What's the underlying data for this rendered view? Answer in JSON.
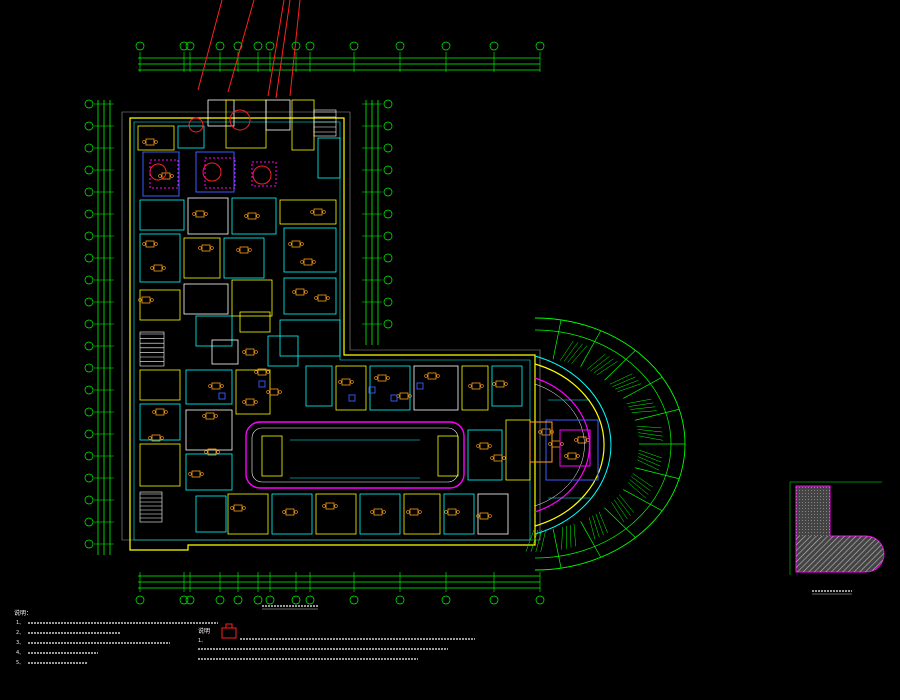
{
  "drawing": {
    "main_title": "",
    "key_plan_title": "",
    "notes_heading": "说明：",
    "legend_heading": "说明",
    "notes": [
      "1、",
      "2、",
      "3、",
      "4、",
      "5、"
    ],
    "legend_number": "1、"
  },
  "colors": {
    "background": "#000000",
    "grid": "#00ff00",
    "walls": "#ffff00",
    "partitions": "#00ffff",
    "furniture": "#ff9f1c",
    "revisions": "#ff2020",
    "curtain_wall": "#ff00ff",
    "equipment": "#3a5bff",
    "text": "#ffffff"
  }
}
